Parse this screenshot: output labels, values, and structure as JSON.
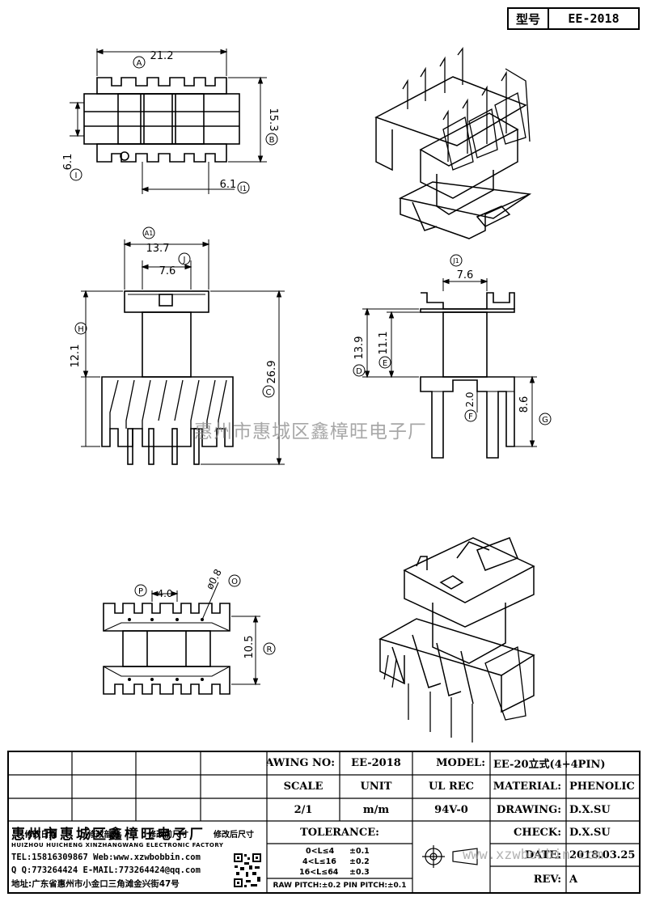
{
  "header": {
    "label": "型号",
    "model": "EE-2018"
  },
  "dims": {
    "top_width": "21.2",
    "top_height": "15.3",
    "top_pin_left": "6.1",
    "top_pin_bottom": "6.1",
    "front_width": "13.7",
    "front_pitch": "7.6",
    "front_upper": "12.1",
    "front_total": "26.9",
    "side_pitch": "7.6",
    "side_h1": "13.9",
    "side_h2": "11.1",
    "side_pin": "2.0",
    "side_leg": "8.6",
    "bottom_pitch": "4.0",
    "bottom_hole": "ø0.8",
    "bottom_height": "10.5"
  },
  "labels": {
    "A": "A",
    "B": "B",
    "I": "I",
    "I1": "I1",
    "A1": "A1",
    "J": "J",
    "H": "H",
    "C": "C",
    "J1": "J1",
    "D": "D",
    "E": "E",
    "F": "F",
    "G": "G",
    "P": "P",
    "O": "O",
    "R": "R"
  },
  "watermark": {
    "center": "惠州市惠城区鑫樟旺电子厂",
    "bottom": "www.xzwbobbin.com"
  },
  "title_block": {
    "drawing_no_label": "DRAWING NO:",
    "drawing_no": "EE-2018",
    "model_label": "MODEL:",
    "model": "EE-20立式(4+4PIN)",
    "scale_label": "SCALE",
    "unit_label": "UNIT",
    "ul_label": "UL REC",
    "material_label": "MATERIAL:",
    "material": "PHENOLIC",
    "scale": "2/1",
    "unit": "m/m",
    "ul": "94V-0",
    "drawing_label": "DRAWING:",
    "drawing": "D.X.SU",
    "check_label": "CHECK:",
    "check": "D.X.SU",
    "date_label": "DATE:",
    "date": "2018.03.25",
    "rev_label": "REV:",
    "rev": "A",
    "rev_cols": [
      "修改日期",
      "修改部分",
      "修改前尺寸",
      "修改后尺寸"
    ],
    "tolerance_label": "TOLERANCE:",
    "tol_rows": [
      {
        "range": "0<L≤4",
        "value": "±0.1"
      },
      {
        "range": "4<L≤16",
        "value": "±0.2"
      },
      {
        "range": "16<L≤64",
        "value": "±0.3"
      }
    ],
    "pitch": "RAW PITCH:±0.2 PIN PITCH:±0.1",
    "company_cn": "惠州市惠城区鑫樟旺电子厂",
    "company_en": "HUIZHOU HUICHENG XINZHANGWANG ELECTRONIC FACTORY",
    "tel": "TEL:15816309867 Web:www.xzwbobbin.com",
    "qq": "Q Q:773264424 E-MAIL:773264424@qq.com",
    "address": "地址:广东省惠州市小金口三角滩金兴街47号"
  }
}
